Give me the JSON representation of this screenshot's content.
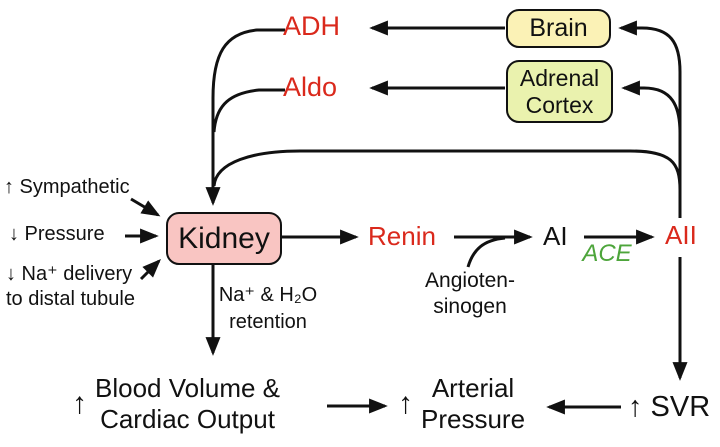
{
  "colors": {
    "red": "#da291c",
    "green": "#4da53b",
    "line": "#111111",
    "brain_fill": "#fbf2b6",
    "adrenal_fill": "#eaf2ae",
    "kidney_fill": "#f9c5c2"
  },
  "boxes": {
    "brain": "Brain",
    "adrenal": {
      "line1": "Adrenal",
      "line2": "Cortex"
    },
    "kidney": "Kidney"
  },
  "hormones": {
    "adh": "ADH",
    "aldo": "Aldo"
  },
  "raas": {
    "renin": "Renin",
    "ai": "AI",
    "ace": "ACE",
    "aii": "AII",
    "angiotensinogen": {
      "line1": "Angioten-",
      "line2": "sinogen"
    }
  },
  "kidney_inputs": {
    "sympathetic": "↑ Sympathetic",
    "pressure": "↓ Pressure",
    "na_delivery": {
      "line1": "↓ Na⁺ delivery",
      "line2": "to distal tubule"
    }
  },
  "effects": {
    "retention": {
      "line1": "Na⁺ & H₂O",
      "line2": "retention"
    },
    "blood_volume": {
      "arrow": "↑",
      "line1": "Blood Volume &",
      "line2": "Cardiac Output"
    },
    "arterial_pressure": {
      "arrow": "↑",
      "line1": "Arterial",
      "line2": "Pressure"
    },
    "svr": "↑ SVR"
  }
}
